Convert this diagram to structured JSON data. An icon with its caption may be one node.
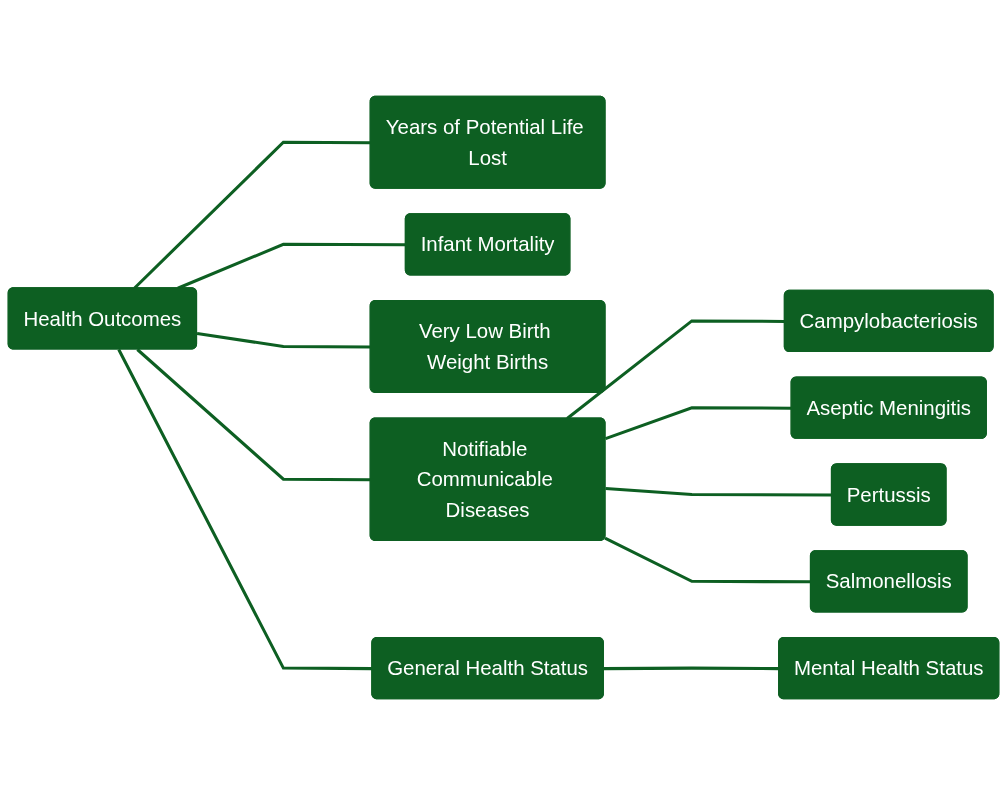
{
  "diagram": {
    "nodes": [
      {
        "text": [
          "Health Outcomes"
        ]
      },
      {
        "text": [
          "Years of Potential Life Lost"
        ]
      },
      {
        "text": [
          "Infant Mortality"
        ]
      },
      {
        "text": [
          "Very Low Birth Weight Births"
        ]
      },
      {
        "text": [
          "Notifiable Communicable Diseases"
        ]
      },
      {
        "text": [
          "Campylobacteriosis"
        ]
      },
      {
        "text": [
          "Aseptic Meningitis"
        ]
      },
      {
        "text": [
          "Pertussis"
        ]
      },
      {
        "text": [
          "Salmonellosis"
        ]
      },
      {
        "text": [
          "General Health Status"
        ]
      },
      {
        "text": [
          "Mental Health Status"
        ]
      }
    ],
    "edges": [
      {
        "from": 0,
        "to": 1,
        "arrow": "none"
      },
      {
        "from": 0,
        "to": 2,
        "arrow": "none"
      },
      {
        "from": 0,
        "to": 3,
        "arrow": "none"
      },
      {
        "from": 0,
        "to": 4,
        "arrow": "none"
      },
      {
        "from": 0,
        "to": 9,
        "arrow": "none"
      },
      {
        "from": 4,
        "to": 5,
        "arrow": "none"
      },
      {
        "from": 4,
        "to": 6,
        "arrow": "none"
      },
      {
        "from": 4,
        "to": 7,
        "arrow": "none"
      },
      {
        "from": 4,
        "to": 8,
        "arrow": "none"
      },
      {
        "from": 9,
        "to": 10,
        "arrow": "none"
      }
    ]
  }
}
